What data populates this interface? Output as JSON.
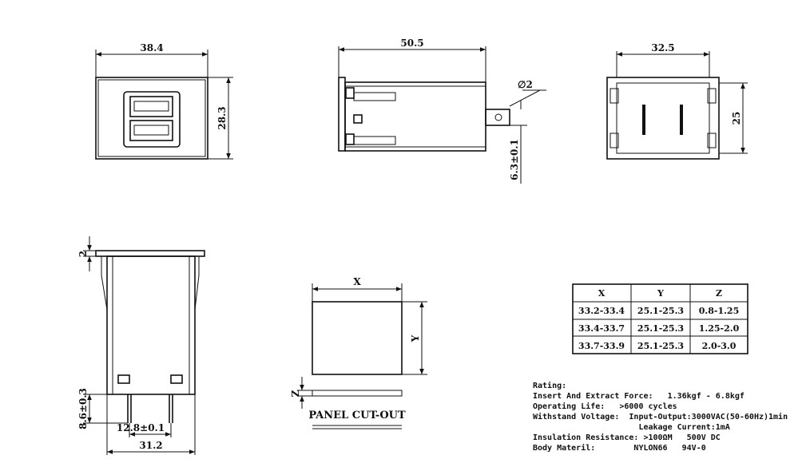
{
  "front_view": {
    "width_dim": "38.4",
    "height_dim": "28.3"
  },
  "side_view": {
    "length_dim": "50.5",
    "pin_dia_dim": "∅2",
    "pin_offset_dim": "6.3±0.1"
  },
  "rear_view": {
    "width_dim": "32.5",
    "height_dim": "25"
  },
  "bottom_view": {
    "flange_dim": "2",
    "pin_height_dim": "8.6±0.3",
    "pin_pitch_dim": "12.8±0.1",
    "body_width_dim": "31.2"
  },
  "cutout": {
    "x_label": "X",
    "y_label": "Y",
    "z_label": "Z",
    "caption": "PANEL CUT-OUT"
  },
  "table": {
    "headers": [
      "X",
      "Y",
      "Z"
    ],
    "rows": [
      [
        "33.2-33.4",
        "25.1-25.3",
        "0.8-1.25"
      ],
      [
        "33.4-33.7",
        "25.1-25.3",
        "1.25-2.0"
      ],
      [
        "33.7-33.9",
        "25.1-25.3",
        "2.0-3.0"
      ]
    ]
  },
  "specs": [
    "Rating:",
    "Insert And Extract Force:   1.36kgf - 6.8kgf",
    "Operating Life:   >6000 cycles",
    "Withstand Voltage:  Input-Output:3000VAC(50-60Hz)1min",
    "                      Leakage Current:1mA",
    "Insulation Resistance: >100ΩM   500V DC",
    "Body Materil:        NYLON66   94V-0"
  ]
}
